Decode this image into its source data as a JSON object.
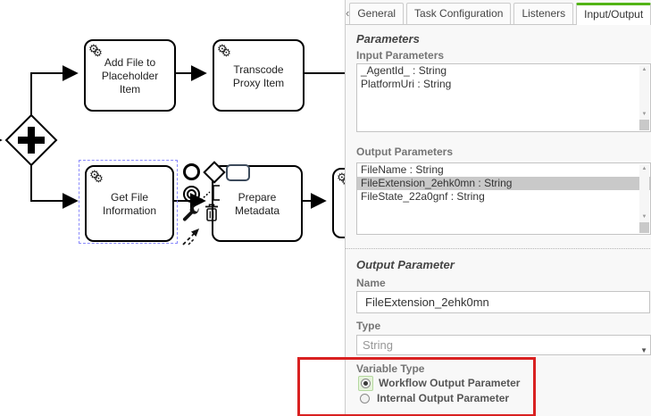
{
  "icons": {
    "gear": "⚙",
    "scroll_up": "▲",
    "scroll_down": "▼",
    "caret_down": "▼"
  },
  "colors": {
    "tab_active_accent": "#52b415",
    "annotation_red": "#d92121",
    "selection_outline": "#8a8afc",
    "selected_row_bg": "#c9c9c9"
  },
  "diagram": {
    "gateway": {
      "type": "parallel-gateway"
    },
    "tasks": [
      {
        "name": "add-file-task",
        "lines": [
          "Add File to",
          "Placeholder",
          "Item"
        ]
      },
      {
        "name": "transcode-task",
        "lines": [
          "Transcode",
          "Proxy Item"
        ]
      },
      {
        "name": "get-file-task",
        "lines": [
          "Get File",
          "Information"
        ],
        "selected": true
      },
      {
        "name": "prepare-metadata-task",
        "lines": [
          "Prepare",
          "Metadata"
        ]
      },
      {
        "name": "partial-task",
        "lines": []
      }
    ]
  },
  "panel": {
    "tabs": {
      "back": "‹",
      "items": [
        {
          "label": "General",
          "active": false
        },
        {
          "label": "Task Configuration",
          "active": false
        },
        {
          "label": "Listeners",
          "active": false
        },
        {
          "label": "Input/Output",
          "active": true
        }
      ]
    },
    "parameters": {
      "heading": "Parameters",
      "input_label": "Input Parameters",
      "input_items": [
        "_AgentId_ : String",
        "PlatformUri : String"
      ],
      "output_label": "Output Parameters",
      "output_items": [
        "FileName : String",
        "FileExtension_2ehk0mn : String",
        "FileState_22a0gnf : String"
      ],
      "selected_output_index": 1
    },
    "output_parameter": {
      "heading": "Output Parameter",
      "name_label": "Name",
      "name_value": "FileExtension_2ehk0mn",
      "type_label": "Type",
      "type_value": "String",
      "variable_type_label": "Variable Type",
      "options": [
        {
          "label": "Workflow Output Parameter",
          "selected": true
        },
        {
          "label": "Internal Output Parameter",
          "selected": false
        }
      ]
    }
  }
}
